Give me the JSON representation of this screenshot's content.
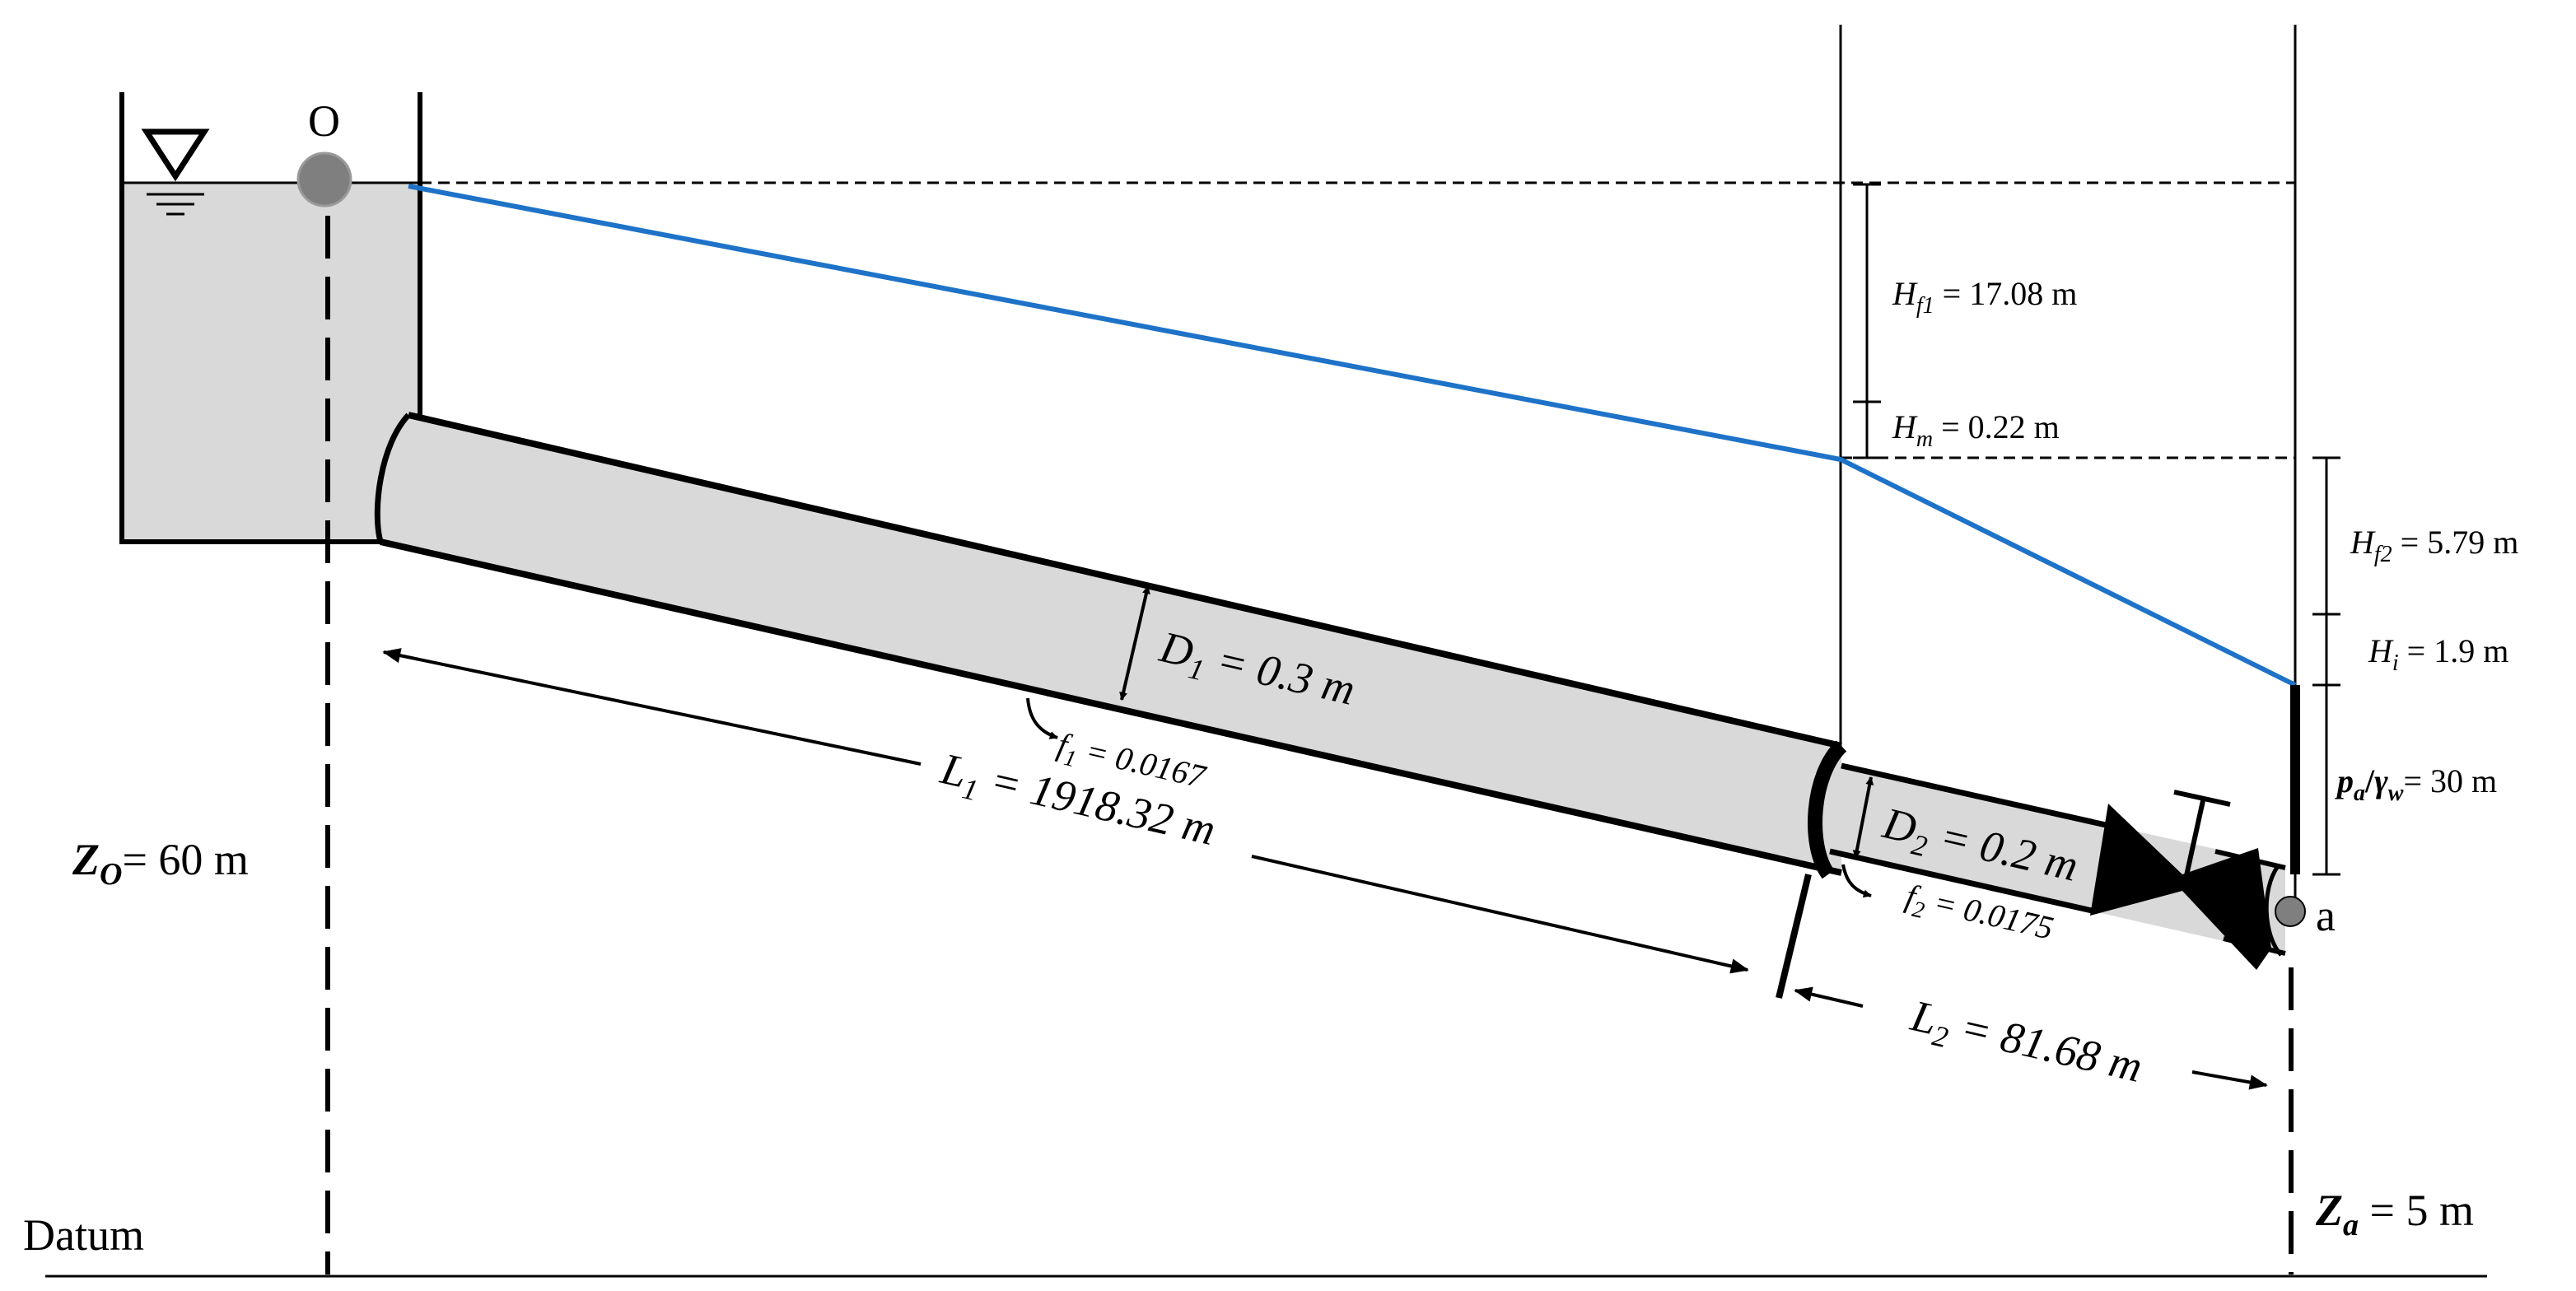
{
  "labels": {
    "point_o": "O",
    "point_a": "a",
    "datum": "Datum",
    "z0": {
      "sym": "Z",
      "sub": "O",
      "val": "= 60 m"
    },
    "za": {
      "sym": "Z",
      "sub": "a",
      "val": " = 5 m"
    },
    "hf1": {
      "sym": "H",
      "sub": "f1",
      "val": " = 17.08 m"
    },
    "hm": {
      "sym": "H",
      "sub": "m",
      "val": " = 0.22 m"
    },
    "hf2": {
      "sym": "H",
      "sub": "f2",
      "val": " = 5.79 m"
    },
    "hi": {
      "sym": "H",
      "sub": "i",
      "val": " = 1.9 m"
    },
    "pa": {
      "p": "p",
      "p_sub": "a",
      "slash": "/",
      "g": "γ",
      "g_sub": "w",
      "val": "= 30 m"
    },
    "d1": {
      "sym": "D",
      "sub": "1",
      "val": " = 0.3 m"
    },
    "f1": {
      "sym": "f",
      "sub": "1",
      "val": " = 0.0167"
    },
    "l1": {
      "sym": "L",
      "sub": "1",
      "val": " = 1918.32 m"
    },
    "d2": {
      "sym": "D",
      "sub": "2",
      "val": " = 0.2 m"
    },
    "f2": {
      "sym": "f",
      "sub": "2",
      "val": " = 0.0175"
    },
    "l2": {
      "sym": "L",
      "sub": "2",
      "val": " = 81.68 m"
    }
  },
  "colors": {
    "energy_line": "#1e73c8",
    "water_fill": "#d9d9d9",
    "pipe_fill": "#d9d9d9",
    "outline": "#000000",
    "node_fill": "#7f7f7f"
  }
}
